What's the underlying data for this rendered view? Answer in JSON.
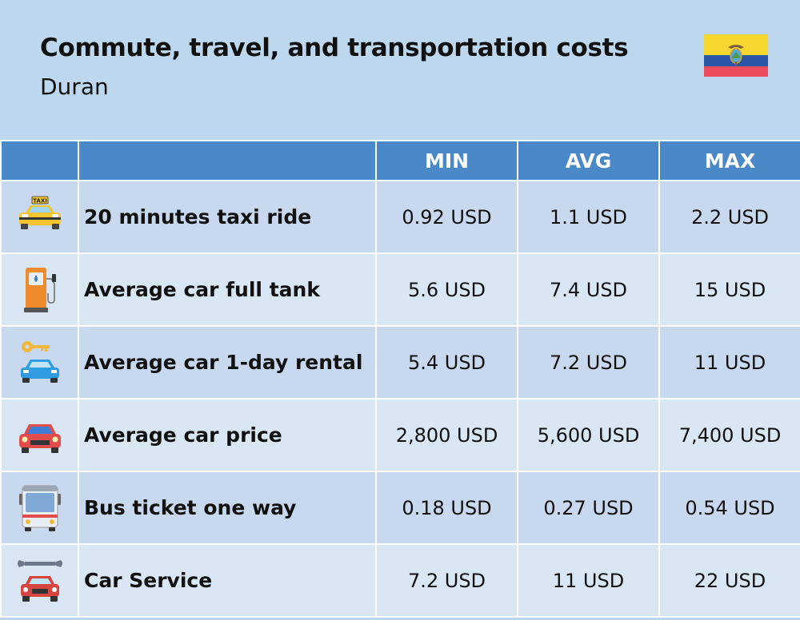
{
  "header": {
    "title": "Commute, travel, and transportation costs",
    "subtitle": "Duran"
  },
  "flag": {
    "icon": "ecuador-flag-icon",
    "colors": [
      "#f6d730",
      "#2c56a6",
      "#ed4c5c"
    ]
  },
  "table": {
    "columns": [
      "MIN",
      "AVG",
      "MAX"
    ],
    "rows": [
      {
        "icon": "taxi-icon",
        "taxi_sign": "TAXI",
        "label": "20 minutes taxi ride",
        "min": "0.92 USD",
        "avg": "1.1 USD",
        "max": "2.2 USD"
      },
      {
        "icon": "fuel-pump-icon",
        "label": "Average car full tank",
        "min": "5.6 USD",
        "avg": "7.4 USD",
        "max": "15 USD"
      },
      {
        "icon": "car-rental-key-icon",
        "label": "Average car 1-day rental",
        "min": "5.4 USD",
        "avg": "7.2 USD",
        "max": "11 USD"
      },
      {
        "icon": "car-icon",
        "label": "Average car price",
        "min": "2,800 USD",
        "avg": "5,600 USD",
        "max": "7,400 USD"
      },
      {
        "icon": "bus-icon",
        "label": "Bus ticket one way",
        "min": "0.18 USD",
        "avg": "0.27 USD",
        "max": "0.54 USD"
      },
      {
        "icon": "car-service-wrench-icon",
        "label": "Car Service",
        "min": "7.2 USD",
        "avg": "11 USD",
        "max": "22 USD"
      }
    ]
  },
  "colors": {
    "background": "#bdd7ee",
    "header_bar": "#4a88c7",
    "row_odd": "#c8d9ef",
    "row_even": "#d9e6f4"
  }
}
